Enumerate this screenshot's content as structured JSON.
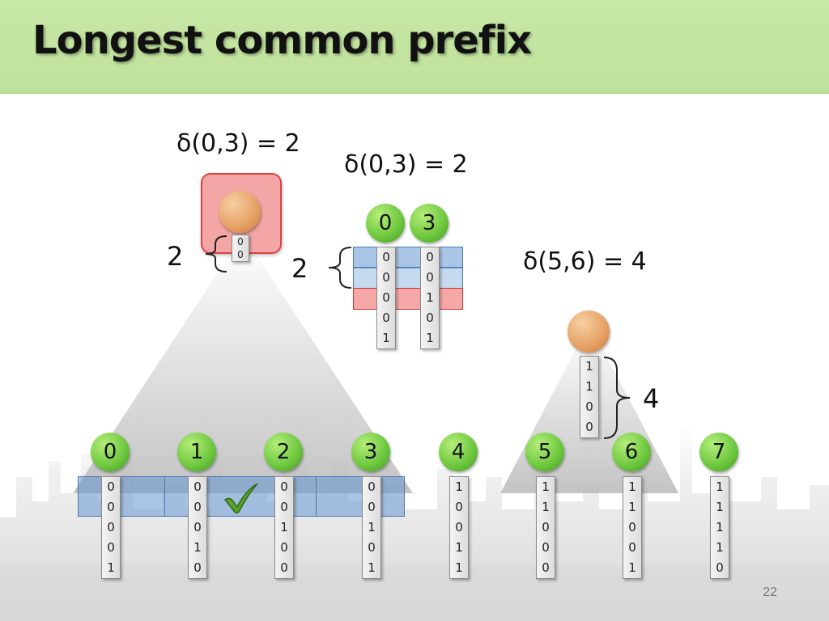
{
  "slide": {
    "title": "Longest common prefix",
    "page_number": "22"
  },
  "equations": {
    "left_top": "δ(0,3) = 2",
    "middle_top": "δ(0,3) = 2",
    "right": "δ(5,6) = 4"
  },
  "braces": {
    "root_left": "2",
    "pair_middle": "2",
    "right_node": "4"
  },
  "root_node": {
    "bits": [
      "0",
      "0"
    ]
  },
  "right_node": {
    "bits": [
      "1",
      "1",
      "0",
      "0"
    ]
  },
  "pair": [
    {
      "label": "0",
      "bits": [
        "0",
        "0",
        "0",
        "0",
        "1"
      ]
    },
    {
      "label": "3",
      "bits": [
        "0",
        "0",
        "1",
        "0",
        "1"
      ]
    }
  ],
  "leaves": [
    {
      "label": "0",
      "bits": [
        "0",
        "0",
        "0",
        "0",
        "1"
      ]
    },
    {
      "label": "1",
      "bits": [
        "0",
        "0",
        "0",
        "1",
        "0"
      ]
    },
    {
      "label": "2",
      "bits": [
        "0",
        "0",
        "1",
        "0",
        "0"
      ]
    },
    {
      "label": "3",
      "bits": [
        "0",
        "0",
        "1",
        "0",
        "1"
      ]
    },
    {
      "label": "4",
      "bits": [
        "1",
        "0",
        "0",
        "1",
        "1"
      ]
    },
    {
      "label": "5",
      "bits": [
        "1",
        "1",
        "0",
        "0",
        "0"
      ]
    },
    {
      "label": "6",
      "bits": [
        "1",
        "1",
        "0",
        "0",
        "1"
      ]
    },
    {
      "label": "7",
      "bits": [
        "1",
        "1",
        "1",
        "1",
        "0"
      ]
    }
  ],
  "colors": {
    "title_band": "#c8e8a6",
    "leaf_green": "#6cc63d",
    "node_orange": "#e5a064",
    "band_blue": "#6496d2",
    "band_red": "#f06e6e",
    "root_highlight": "#f4a6a6",
    "check_green": "#5aa02c"
  },
  "icons": {
    "check": "checkmark-icon"
  }
}
